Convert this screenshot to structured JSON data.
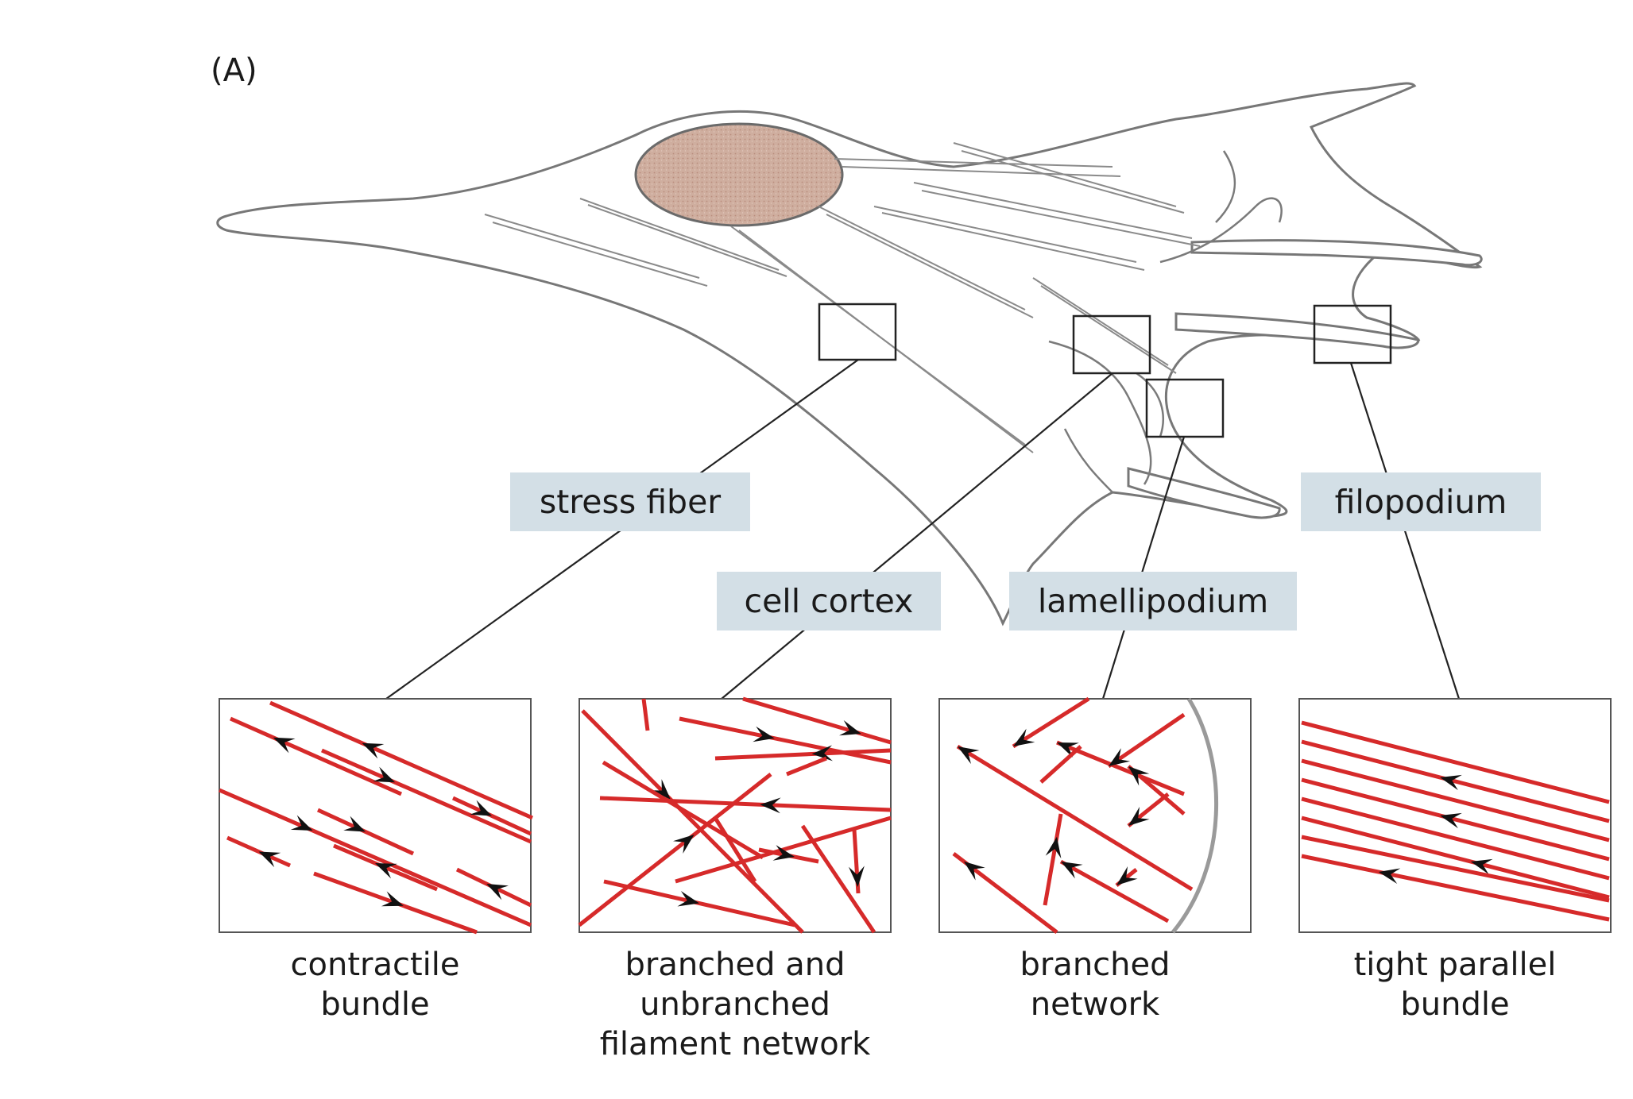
{
  "panel_label": "(A)",
  "structures": [
    {
      "id": "stress-fiber",
      "label": "stress fiber"
    },
    {
      "id": "cell-cortex",
      "label": "cell cortex"
    },
    {
      "id": "lamellipodium",
      "label": "lamellipodium"
    },
    {
      "id": "filopodium",
      "label": "filopodium"
    }
  ],
  "arrangements": [
    {
      "id": "contractile-bundle",
      "lines": [
        "contractile",
        "bundle"
      ]
    },
    {
      "id": "branched-unbranched",
      "lines": [
        "branched and",
        "unbranched",
        "filament network"
      ]
    },
    {
      "id": "branched-network",
      "lines": [
        "branched",
        "network"
      ]
    },
    {
      "id": "tight-parallel",
      "lines": [
        "tight parallel",
        "bundle"
      ]
    }
  ],
  "colors": {
    "filament": "#d62a2a",
    "arrowhead": "#111111",
    "nucleus": "#c9a396",
    "label_box": "#d3dfe6",
    "membrane": "#9a9a9a"
  }
}
